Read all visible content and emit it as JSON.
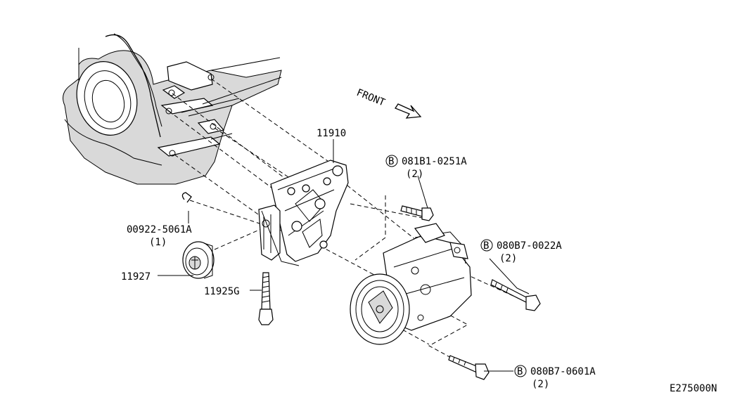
{
  "diagram": {
    "direction_label": "FRONT",
    "diagram_code": "E275000N",
    "bolt_prefix": "B",
    "callouts": {
      "bracket": {
        "part_number": "11910"
      },
      "clip": {
        "part_number": "00922-5061A",
        "quantity": "(1)"
      },
      "idler_pulley": {
        "part_number": "11927"
      },
      "adjust_bolt": {
        "part_number": "11925G"
      },
      "bolt_upper": {
        "part_number": "081B1-0251A",
        "quantity": "(2)"
      },
      "bolt_long": {
        "part_number": "080B7-0022A",
        "quantity": "(2)"
      },
      "bolt_lower": {
        "part_number": "080B7-0601A",
        "quantity": "(2)"
      }
    }
  }
}
